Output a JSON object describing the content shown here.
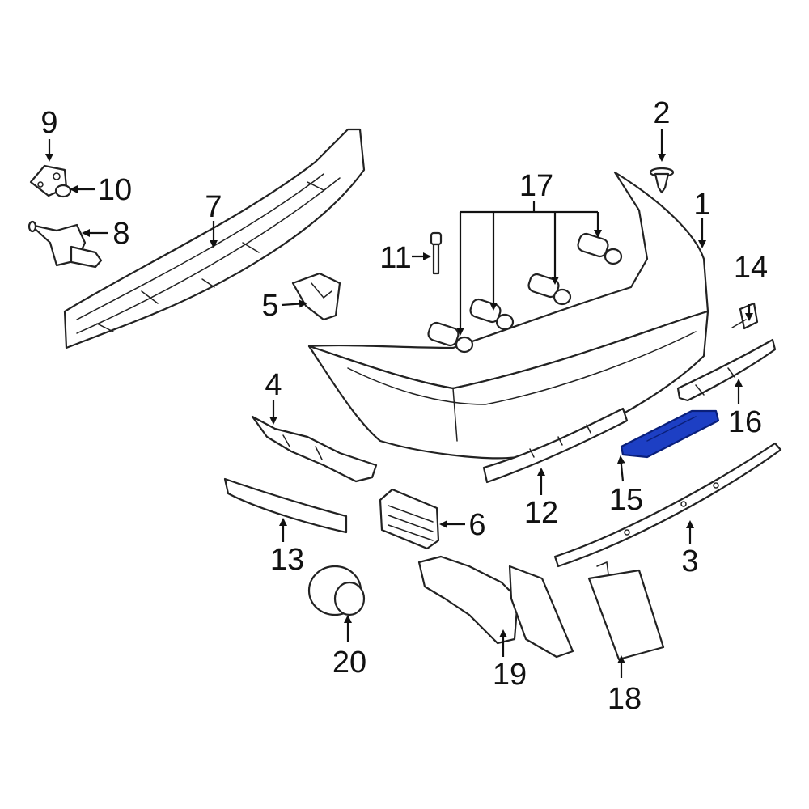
{
  "colors": {
    "highlight": "#1d3fc4",
    "line": "#222222",
    "background": "#ffffff"
  },
  "callouts": [
    {
      "id": "c1",
      "label": "1"
    },
    {
      "id": "c2",
      "label": "2"
    },
    {
      "id": "c3",
      "label": "3"
    },
    {
      "id": "c4",
      "label": "4"
    },
    {
      "id": "c5",
      "label": "5"
    },
    {
      "id": "c6",
      "label": "6"
    },
    {
      "id": "c7",
      "label": "7"
    },
    {
      "id": "c8",
      "label": "8"
    },
    {
      "id": "c9",
      "label": "9"
    },
    {
      "id": "c10",
      "label": "10"
    },
    {
      "id": "c11",
      "label": "11"
    },
    {
      "id": "c12",
      "label": "12"
    },
    {
      "id": "c13",
      "label": "13"
    },
    {
      "id": "c14",
      "label": "14"
    },
    {
      "id": "c15",
      "label": "15"
    },
    {
      "id": "c16",
      "label": "16"
    },
    {
      "id": "c17",
      "label": "17"
    },
    {
      "id": "c18",
      "label": "18"
    },
    {
      "id": "c19",
      "label": "19"
    },
    {
      "id": "c20",
      "label": "20"
    }
  ],
  "highlighted_part": "15"
}
